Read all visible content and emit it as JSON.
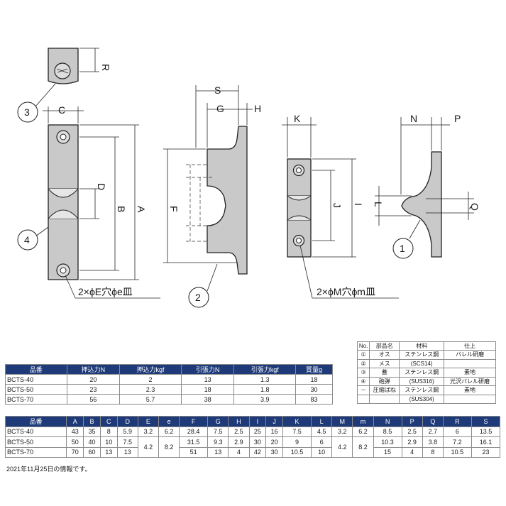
{
  "callouts": {
    "c1": "1",
    "c2": "2",
    "c3": "3",
    "c4": "4"
  },
  "dim_letters": {
    "R": "R",
    "C": "C",
    "D": "D",
    "B": "B",
    "A": "A",
    "S": "S",
    "G": "G",
    "H": "H",
    "F": "F",
    "K": "K",
    "J": "J",
    "I": "I",
    "N": "N",
    "P": "P",
    "L": "L",
    "Q": "Q"
  },
  "notes": {
    "hole_e": "2×ϕE穴ϕe皿",
    "hole_m": "2×ϕM穴ϕm皿"
  },
  "materials": {
    "headers": [
      "No.",
      "部品名",
      "材料",
      "仕上"
    ],
    "rows": [
      [
        "①",
        "オス",
        "ステンレス鋼",
        "バレル研磨"
      ],
      [
        "②",
        "メス",
        "(SCS14)",
        ""
      ],
      [
        "③",
        "蓋",
        "ステンレス鋼",
        "素地"
      ],
      [
        "④",
        "砲弾",
        "(SUS316)",
        "光沢バレル研磨"
      ],
      [
        "－",
        "圧縮ばね",
        "ステンレス鋼",
        "素地"
      ],
      [
        "",
        "",
        "(SUS304)",
        ""
      ]
    ]
  },
  "force_table": {
    "headers": [
      "品番",
      "押込力N",
      "押込力kgf",
      "引張力N",
      "引張力kgf",
      "質量g"
    ],
    "rows": [
      [
        "BCTS-40",
        "20",
        "2",
        "13",
        "1.3",
        "18"
      ],
      [
        "BCTS-50",
        "23",
        "2.3",
        "18",
        "1.8",
        "30"
      ],
      [
        "BCTS-70",
        "56",
        "5.7",
        "38",
        "3.9",
        "83"
      ]
    ]
  },
  "dim_table": {
    "headers": [
      "品番",
      "A",
      "B",
      "C",
      "D",
      "E",
      "e",
      "F",
      "G",
      "H",
      "I",
      "J",
      "K",
      "L",
      "M",
      "m",
      "N",
      "P",
      "Q",
      "R",
      "S"
    ],
    "rows": [
      [
        "BCTS-40",
        "43",
        "35",
        "8",
        "5.9",
        "3.2",
        "6.2",
        "28.4",
        "7.5",
        "2.5",
        "25",
        "16",
        "7.5",
        "4.5",
        "3.2",
        "6.2",
        "8.5",
        "2.5",
        "2.7",
        "6",
        "13.5"
      ],
      [
        "BCTS-50",
        "50",
        "40",
        "10",
        "7.5",
        "4.2",
        "8.2",
        "31.5",
        "9.3",
        "2.9",
        "30",
        "20",
        "9",
        "6",
        "4.2",
        "8.2",
        "10.3",
        "2.9",
        "3.8",
        "7.2",
        "16.1"
      ],
      [
        "BCTS-70",
        "70",
        "60",
        "13",
        "13",
        "",
        "",
        "51",
        "13",
        "4",
        "42",
        "30",
        "10.5",
        "10",
        "",
        "",
        "15",
        "4",
        "8",
        "10.5",
        "23"
      ]
    ]
  },
  "footnote": "2021年11月25日の情報です。"
}
